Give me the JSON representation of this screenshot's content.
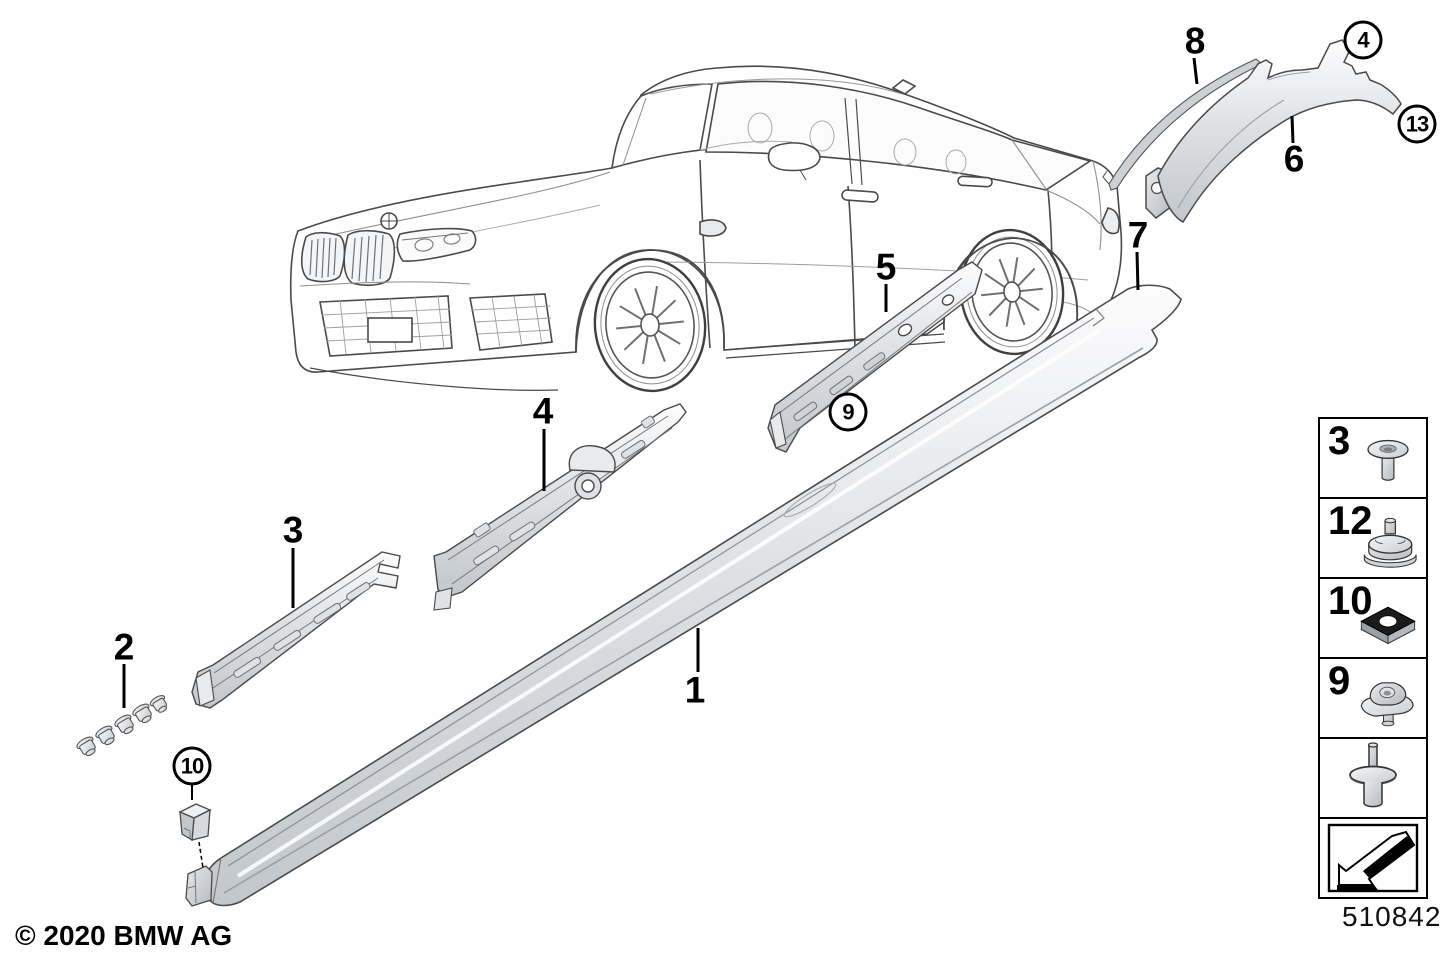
{
  "page": {
    "copyright": "© 2020 BMW AG",
    "diagram_number": "510842",
    "background": "#ffffff",
    "line_color": "#4a4a4a"
  },
  "callouts": {
    "plain": [
      {
        "label": "1"
      },
      {
        "label": "2"
      },
      {
        "label": "3"
      },
      {
        "label": "4"
      },
      {
        "label": "5"
      },
      {
        "label": "6"
      },
      {
        "label": "7"
      },
      {
        "label": "8"
      }
    ],
    "circled": [
      {
        "label": "4"
      },
      {
        "label": "9"
      },
      {
        "label": "10"
      },
      {
        "label": "13"
      }
    ]
  },
  "legend": {
    "boxes": [
      {
        "label": "3",
        "icon": "blind-rivet-icon"
      },
      {
        "label": "12",
        "icon": "spacer-mount-icon"
      },
      {
        "label": "10",
        "icon": "square-pad-nut-icon"
      },
      {
        "label": "9",
        "icon": "clip-nut-icon"
      },
      {
        "label": "",
        "icon": "expansion-rivet-icon"
      },
      {
        "label": "",
        "icon": "direction-arrow-icon"
      }
    ]
  },
  "parts": {
    "car": "bmw-m5-sedan-line-art",
    "p1": "side-skirt-sill-trim",
    "p2": "fastener-set",
    "p3": "mounting-rail-short",
    "p4": "mounting-rail-center",
    "p5": "mounting-rail-rear",
    "p6": "wheel-arch-trim",
    "p7": "side-skirt-front-end",
    "p8": "edge-protection-strip",
    "p10": "end-cap-clip"
  }
}
